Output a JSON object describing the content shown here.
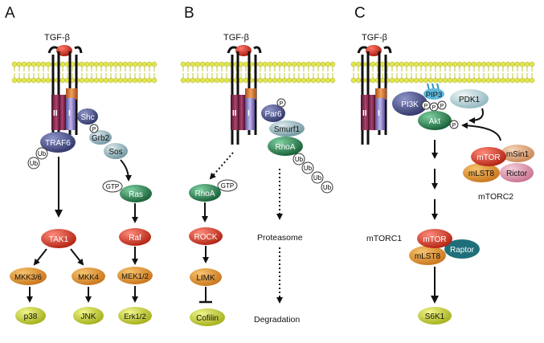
{
  "panels": {
    "a": {
      "letter": "A",
      "ligand": "TGF-β",
      "receptor_labels": [
        "II",
        "I"
      ],
      "nodes": {
        "shc": "Shc",
        "grb2": "Grb2",
        "sos": "Sos",
        "traf6": "TRAF6",
        "ras": "Ras",
        "gtp": "GTP",
        "tak1": "TAK1",
        "raf": "Raf",
        "mkk36": "MKK3/6",
        "mkk4": "MKK4",
        "mek12": "MEK1/2",
        "p38": "p38",
        "jnk": "JNK",
        "erk12": "Erk1/2"
      },
      "ub": [
        "Ub",
        "Ub"
      ],
      "p": [
        "P"
      ]
    },
    "b": {
      "letter": "B",
      "ligand": "TGF-β",
      "receptor_labels": [
        "II",
        "I"
      ],
      "nodes": {
        "par6": "Par6",
        "smurf1": "Smurf1",
        "rhoa_top": "RhoA",
        "rhoa": "RhoA",
        "gtp": "GTP",
        "rock": "ROCK",
        "limk": "LIMK",
        "cofilin": "Cofilin"
      },
      "ub": [
        "Ub",
        "Ub",
        "Ub",
        "Ub"
      ],
      "p": [
        "P"
      ],
      "proteasome": "Proteasome",
      "degradation": "Degradation"
    },
    "c": {
      "letter": "C",
      "ligand": "TGF-β",
      "receptor_labels": [
        "II",
        "I"
      ],
      "nodes": {
        "pi3k": "PI3K",
        "pip3": "PIP3",
        "pdk1": "PDK1",
        "akt": "Akt",
        "mtor2": "mTOR",
        "msin1": "mSin1",
        "mlst8_2": "mLST8",
        "rictor": "Rictor",
        "mtor1": "mTOR",
        "raptor": "Raptor",
        "mlst8_1": "mLST8",
        "s6k1": "S6K1"
      },
      "p": [
        "P",
        "P",
        "P",
        "P"
      ],
      "mtorc2": "mTORC2",
      "mtorc1": "mTORC1"
    }
  },
  "colors": {
    "membrane_head": "#e1e64e",
    "membrane_tail": "#c3c83a",
    "ligand": "#d42525",
    "receptor_ii": "#8a2a4a",
    "receptor_i": "#8a7fc4",
    "receptor_orange": "#e07a2a",
    "navy": "#2f3468",
    "teal_gray": "#7fa3ad",
    "green": "#1f7a46",
    "red": "#c62a1e",
    "orange": "#d98a22",
    "olive": "#b5c126",
    "rictor": "#d98aa6",
    "msin1": "#e2a77a",
    "sky": "#4aa5c9"
  }
}
